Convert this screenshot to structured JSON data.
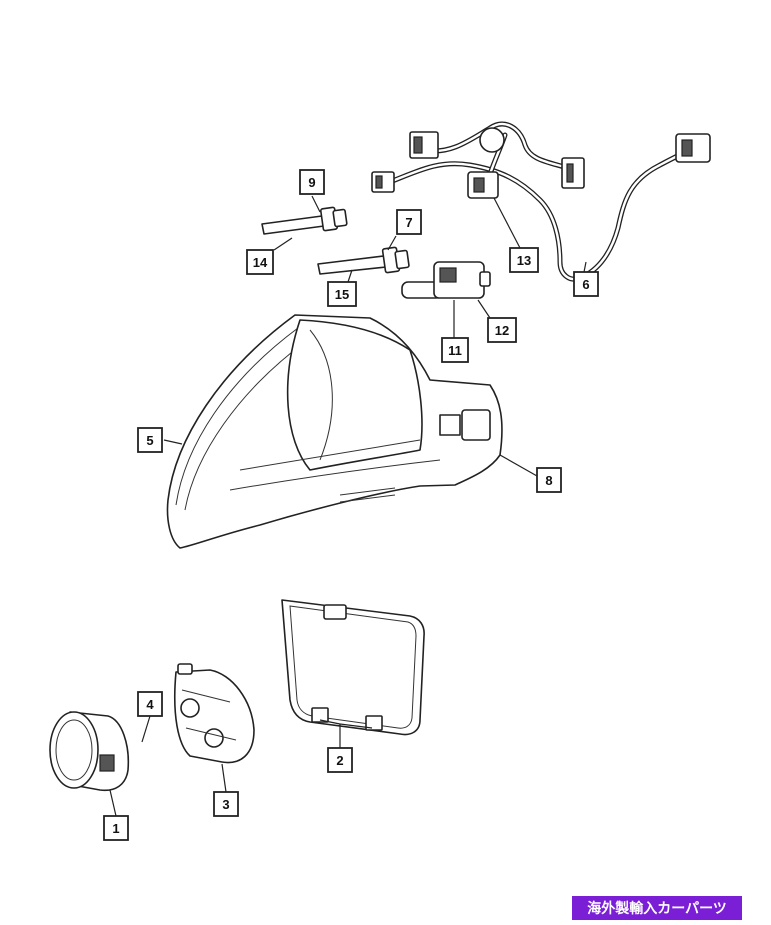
{
  "callouts": [
    {
      "id": "c1",
      "label": "1"
    },
    {
      "id": "c2",
      "label": "2"
    },
    {
      "id": "c3",
      "label": "3"
    },
    {
      "id": "c4",
      "label": "4"
    },
    {
      "id": "c5",
      "label": "5"
    },
    {
      "id": "c6",
      "label": "6"
    },
    {
      "id": "c7",
      "label": "7"
    },
    {
      "id": "c8",
      "label": "8"
    },
    {
      "id": "c9",
      "label": "9"
    },
    {
      "id": "c11",
      "label": "11"
    },
    {
      "id": "c12",
      "label": "12"
    },
    {
      "id": "c13",
      "label": "13"
    },
    {
      "id": "c14",
      "label": "14"
    },
    {
      "id": "c15",
      "label": "15"
    }
  ],
  "watermark": {
    "text": "海外製輸入カーパーツ",
    "color": "#7b1fd6"
  }
}
